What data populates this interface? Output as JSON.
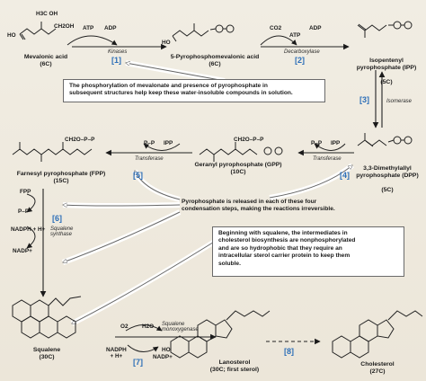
{
  "compounds": {
    "mevalonic_acid": {
      "name": "Mevalonic acid",
      "carbons": "(6C)"
    },
    "pyrophosphomevalonic_acid": {
      "name": "5-Pyrophosphomevalonic acid",
      "carbons": "(6C)"
    },
    "ipp": {
      "name": "Isopentenyl\npyrophosphate (IPP)",
      "carbons": "(5C)"
    },
    "dpp": {
      "name": "3,3-Dimethylallyl\npyrophosphate (DPP)",
      "carbons": "(5C)"
    },
    "gpp": {
      "name": "Geranyl pyrophosphate (GPP)",
      "carbons": "(10C)"
    },
    "fpp": {
      "name": "Farnesyl pyrophosphate (FPP)",
      "carbons": "(15C)"
    },
    "squalene": {
      "name": "Squalene",
      "carbons": "(30C)"
    },
    "lanosterol": {
      "name": "Lanosterol",
      "carbons": "(30C; first sterol)"
    },
    "cholesterol": {
      "name": "Cholesterol",
      "carbons": "(27C)"
    }
  },
  "steps": {
    "s1": {
      "number": "[1]",
      "enzyme": "Kinases"
    },
    "s2": {
      "number": "[2]",
      "enzyme": "Decarboxylase"
    },
    "s3": {
      "number": "[3]",
      "enzyme": "Isomerase"
    },
    "s4": {
      "number": "[4]",
      "enzyme": "Transferase"
    },
    "s5": {
      "number": "[5]",
      "enzyme": "Transferase"
    },
    "s6": {
      "number": "[6]",
      "enzyme": "Squalene\nsynthase"
    },
    "s7": {
      "number": "[7]",
      "enzyme": "Squalene\nmonoxygenase"
    },
    "s8": {
      "number": "[8]"
    }
  },
  "cofactors": {
    "atp1": "ATP",
    "adp1": "ADP",
    "co2": "CO2",
    "atp2": "ATP",
    "adp2": "ADP",
    "ipp_a": "IPP",
    "ipp_b": "IPP",
    "ppi_a": "P–P",
    "ppi_b": "P–P",
    "fpp": "FPP",
    "ppi_c": "P–P",
    "nadph": "NADPH + H+",
    "nadp": "NADP+",
    "o2": "O2",
    "h2o": "H2O",
    "nadph2": "NADPH\n+ H+",
    "nadp2": "NADP+"
  },
  "structure_text": {
    "mev_top": "H3C  OH",
    "mev_left": "HO",
    "mev_ch2": "CH2OH",
    "ho": "HO",
    "ho2": "HO",
    "ch2o_1": "CH2O–P–P",
    "ch2o_2": "CH2O–P–P"
  },
  "notes": {
    "phosphorylation": "The phosphorylation of mevalonate and presence of pyrophosphate in\nsubsequent structures help keep these water-insoluble compounds in solution.",
    "pyrophosphate": "Pyrophosphate is released in each of these four\ncondensation steps, making the reactions irreversible.",
    "squalene": "Beginning with squalene, the intermediates in\ncholesterol biosynthesis are nonphosphorylated\nand are so hydrophobic that they require an\nintracellular sterol carrier protein to keep them\nsoluble."
  },
  "colors": {
    "step_blue": "#2d6fb8",
    "background": "#efeadf",
    "box_border": "#6a6a6a"
  }
}
